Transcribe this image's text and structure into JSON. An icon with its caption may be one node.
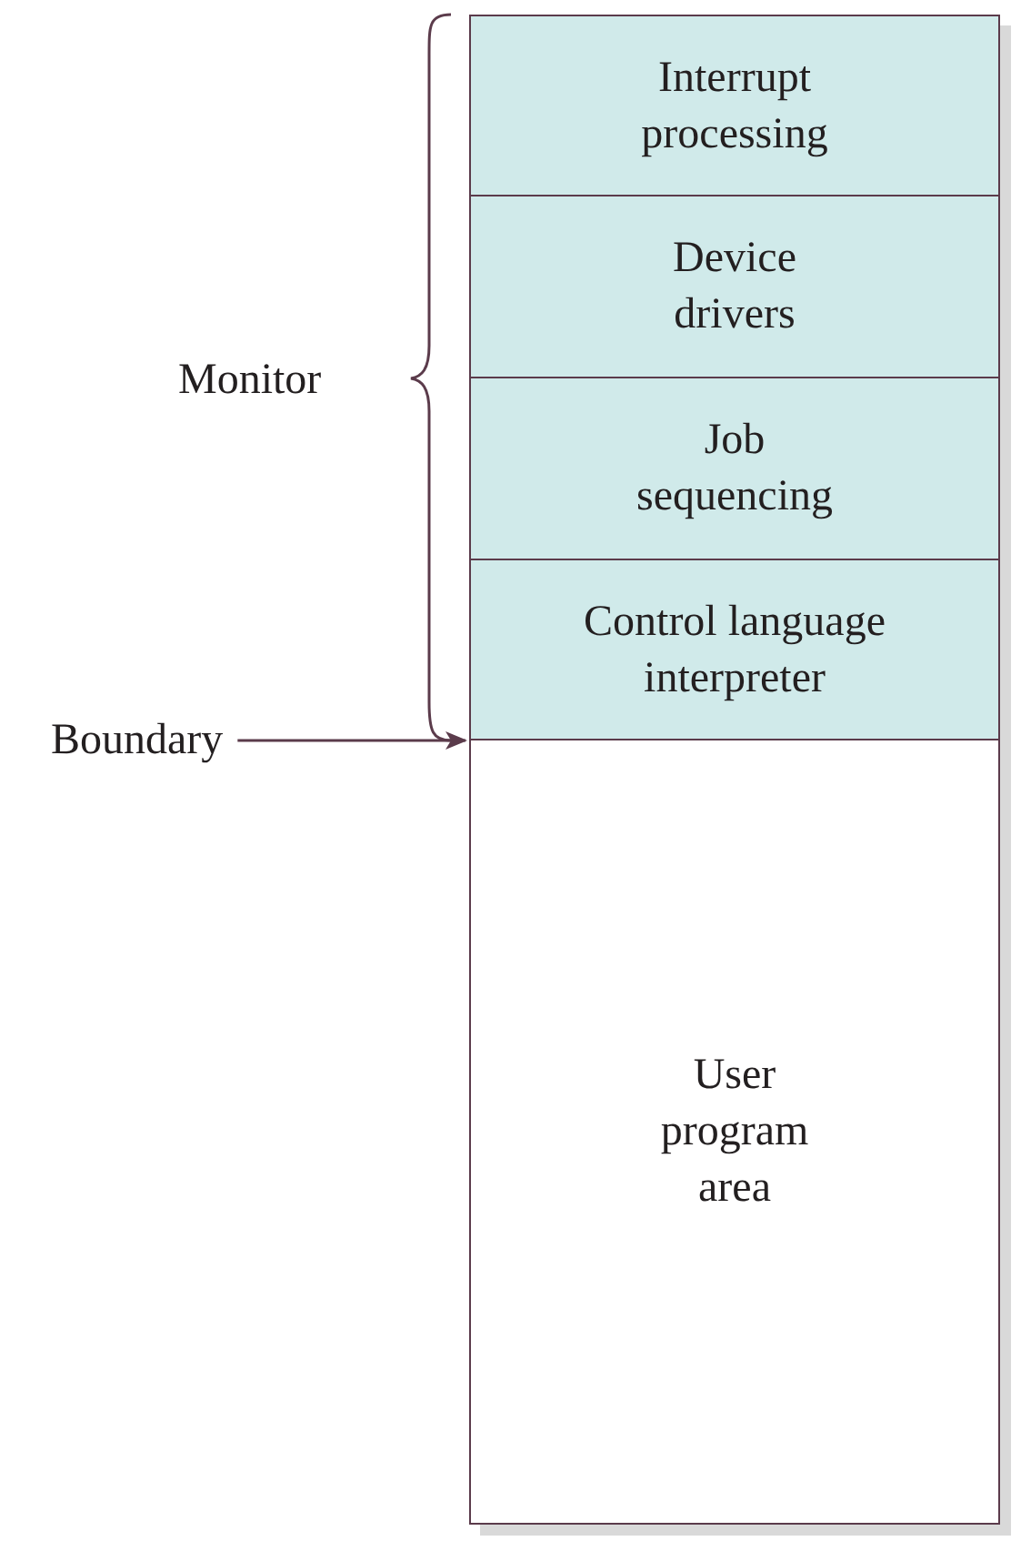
{
  "diagram": {
    "nodes": [
      {
        "text": [
          "Interrupt processing"
        ]
      },
      {
        "text": [
          "Device drivers"
        ]
      },
      {
        "text": [
          "Job sequencing"
        ]
      },
      {
        "text": [
          "Control language interpreter"
        ]
      },
      {
        "text": [
          "User program area"
        ]
      },
      {
        "text": [
          "Boundary"
        ]
      }
    ],
    "edges": [
      {
        "from": 5,
        "to": 3,
        "arrow": "to"
      }
    ],
    "labels": [
      "Monitor"
    ]
  }
}
